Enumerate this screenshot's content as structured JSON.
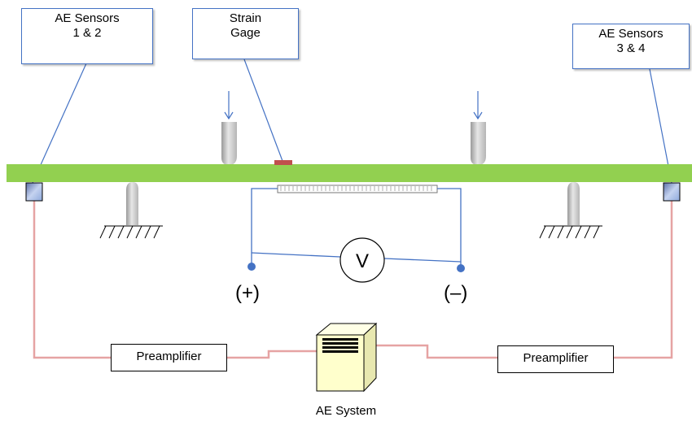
{
  "callouts": {
    "ae_left": {
      "line1": "AE Sensors",
      "line2": "1 & 2"
    },
    "strain_gage": {
      "line1": "Strain",
      "line2": "Gage"
    },
    "ae_right": {
      "line1": "AE Sensors",
      "line2": "3 & 4"
    }
  },
  "voltmeter": {
    "symbol": "V"
  },
  "terminals": {
    "positive": "(+)",
    "negative": "(–)"
  },
  "preamplifiers": {
    "left": "Preamplifier",
    "right": "Preamplifier"
  },
  "system_label": "AE System",
  "colors": {
    "beam": "#92d050",
    "strain_gage": "#c0504d",
    "callout_border": "#4472c4",
    "circuit_wire": "#4472c4",
    "sensor_cable": "#e6a3a3",
    "sensor_fill": "#8ea9db",
    "terminal_dot": "#4472c4",
    "system_fill": "#ffffcc"
  },
  "icons": [
    "load-arrow-icon",
    "support-icon",
    "ground-hatch-icon",
    "computer-tower-icon",
    "sensor-icon"
  ]
}
